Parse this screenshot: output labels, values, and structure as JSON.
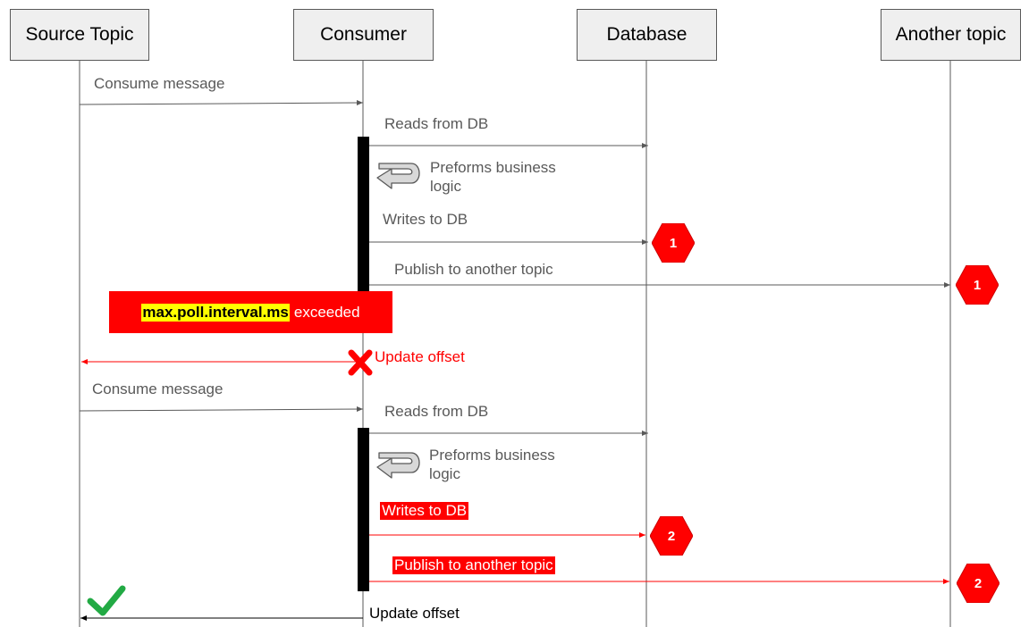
{
  "participants": {
    "source": "Source Topic",
    "consumer": "Consumer",
    "database": "Database",
    "another": "Another topic"
  },
  "round1": {
    "consume": "Consume message",
    "reads": "Reads from DB",
    "logic": "Preforms business logic",
    "writes": "Writes to DB",
    "writes_marker": "1",
    "publish": "Publish to another topic",
    "publish_marker": "1"
  },
  "timeout": {
    "param": "max.poll.interval.ms",
    "suffix": "exceeded"
  },
  "failed_commit": "Update offset",
  "round2": {
    "consume": "Consume message",
    "reads": "Reads from DB",
    "logic": "Preforms business logic",
    "writes": "Writes to DB",
    "writes_marker": "2",
    "publish": "Publish to another topic",
    "publish_marker": "2"
  },
  "success_commit": "Update offset",
  "colors": {
    "line": "#595959",
    "error": "#ff0000",
    "success": "#22aa44",
    "highlight": "#ffff00"
  }
}
